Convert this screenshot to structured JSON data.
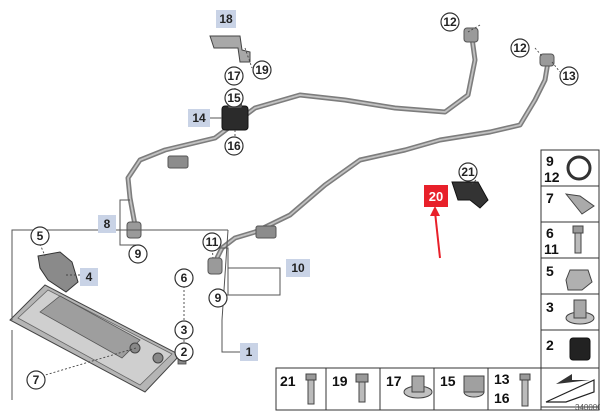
{
  "callouts": {
    "c18": "18",
    "c19": "19",
    "c17": "17",
    "c15": "15",
    "c14": "14",
    "c16": "16",
    "c12a": "12",
    "c12b": "12",
    "c13": "13",
    "c21": "21",
    "c20": "20",
    "c8": "8",
    "c9a": "9",
    "c11": "11",
    "c10": "10",
    "c9b": "9",
    "c5": "5",
    "c4": "4",
    "c6": "6",
    "c3": "3",
    "c2": "2",
    "c1": "1",
    "c7": "7"
  },
  "legend_right": [
    {
      "n1": "9",
      "n2": "12"
    },
    {
      "n1": "7"
    },
    {
      "n1": "6",
      "n2": "11"
    },
    {
      "n1": "5"
    },
    {
      "n1": "3"
    },
    {
      "n1": "2"
    }
  ],
  "legend_bottom": [
    "21",
    "19",
    "17",
    "15"
  ],
  "legend_bottom_pair": {
    "n1": "13",
    "n2": "16"
  },
  "footer_code": "340000",
  "colors": {
    "highlight": "#e8202a",
    "arrow": "#e8202a",
    "pill": "#c9d3e6"
  }
}
